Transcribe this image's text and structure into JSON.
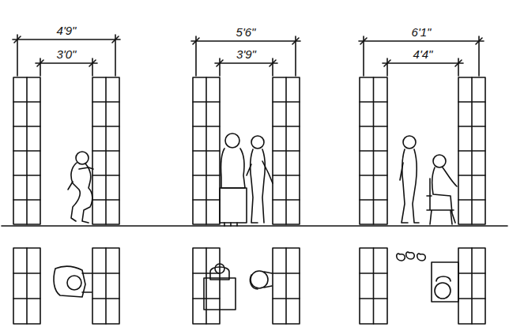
{
  "diagram": {
    "labels": [
      "4'9\"",
      "3'0\"",
      "5'6\"",
      "3'9\"",
      "6'1\"",
      "4'4\""
    ]
  }
}
